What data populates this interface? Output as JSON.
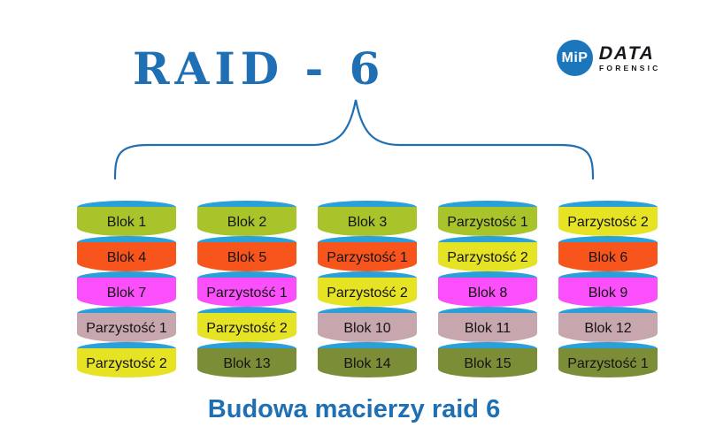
{
  "title": "RAID - 6",
  "caption": "Budowa macierzy raid 6",
  "logo": {
    "monogram": "MiP",
    "line1": "DATA",
    "line2": "FORENSIC"
  },
  "colors": {
    "accent_blue": "#1e6fb4",
    "rim_blue": "#2aa0d8",
    "logo_blue": "#1b76bc",
    "green": "#a9c32a",
    "orange": "#f8551c",
    "magenta": "#fb4ffb",
    "mauve": "#c7a6ae",
    "yellow": "#e6e224",
    "olive": "#7b8d36"
  },
  "diagram": {
    "columns": [
      {
        "disks": [
          {
            "label": "Blok 1",
            "color": "green"
          },
          {
            "label": "Blok 4",
            "color": "orange"
          },
          {
            "label": "Blok 7",
            "color": "magenta"
          },
          {
            "label": "Parzystość 1",
            "color": "mauve"
          },
          {
            "label": "Parzystość 2",
            "color": "yellow"
          }
        ]
      },
      {
        "disks": [
          {
            "label": "Blok 2",
            "color": "green"
          },
          {
            "label": "Blok 5",
            "color": "orange"
          },
          {
            "label": "Parzystość 1",
            "color": "magenta"
          },
          {
            "label": "Parzystość 2",
            "color": "yellow"
          },
          {
            "label": "Blok 13",
            "color": "olive"
          }
        ]
      },
      {
        "disks": [
          {
            "label": "Blok 3",
            "color": "green"
          },
          {
            "label": "Parzystość 1",
            "color": "orange"
          },
          {
            "label": "Parzystość 2",
            "color": "yellow"
          },
          {
            "label": "Blok 10",
            "color": "mauve"
          },
          {
            "label": "Blok 14",
            "color": "olive"
          }
        ]
      },
      {
        "disks": [
          {
            "label": "Parzystość 1",
            "color": "green"
          },
          {
            "label": "Parzystość 2",
            "color": "yellow"
          },
          {
            "label": "Blok 8",
            "color": "magenta"
          },
          {
            "label": "Blok 11",
            "color": "mauve"
          },
          {
            "label": "Blok 15",
            "color": "olive"
          }
        ]
      },
      {
        "disks": [
          {
            "label": "Parzystość 2",
            "color": "yellow"
          },
          {
            "label": "Blok 6",
            "color": "orange"
          },
          {
            "label": "Blok 9",
            "color": "magenta"
          },
          {
            "label": "Blok 12",
            "color": "mauve"
          },
          {
            "label": "Parzystość 1",
            "color": "olive"
          }
        ]
      }
    ]
  }
}
